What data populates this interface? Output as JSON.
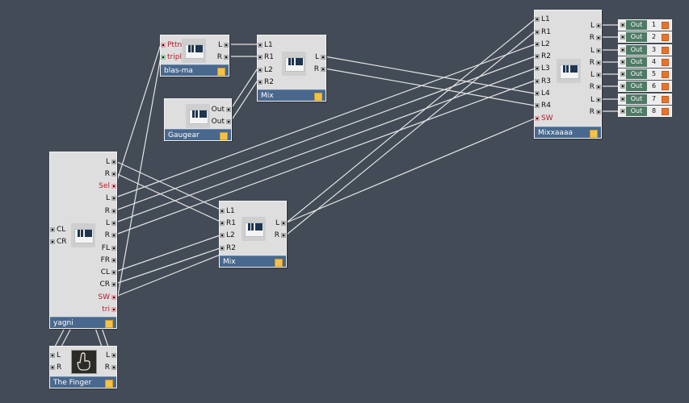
{
  "canvas": {
    "background": "#434b56",
    "wire_color": "#e6e6e6"
  },
  "devices": {
    "blasma": {
      "title": "blas-ma",
      "inputs": [
        "Pttn",
        "tripl"
      ],
      "outputs": [
        "L",
        "R"
      ]
    },
    "mix_top": {
      "title": "Mix",
      "inputs": [
        "L1",
        "R1",
        "L2",
        "R2"
      ],
      "outputs": [
        "L",
        "R"
      ]
    },
    "gaugear": {
      "title": "Gaugear",
      "outputs": [
        "Out",
        "Out"
      ]
    },
    "mixxaaaa": {
      "title": "Mixxaaaa",
      "inputs": [
        "L1",
        "R1",
        "L2",
        "R2",
        "L3",
        "R3",
        "L4",
        "R4",
        "SW"
      ],
      "outputs": [
        "L",
        "R",
        "L",
        "R",
        "L",
        "R",
        "L",
        "R"
      ]
    },
    "outputs": {
      "label": "Out",
      "channels": [
        "1",
        "2",
        "3",
        "4",
        "5",
        "6",
        "7",
        "8"
      ]
    },
    "yagni": {
      "title": "yagni",
      "inputs": [
        "CL",
        "CR"
      ],
      "outputs": [
        "L",
        "R",
        "Sel",
        "L",
        "R",
        "L",
        "R",
        "FL",
        "FR",
        "CL",
        "CR",
        "SW",
        "tri"
      ]
    },
    "mix_mid": {
      "title": "Mix",
      "inputs": [
        "L1",
        "R1",
        "L2",
        "R2"
      ],
      "outputs": [
        "L",
        "R"
      ]
    },
    "finger": {
      "title": "The Finger",
      "inputs": [
        "L",
        "R"
      ],
      "outputs": [
        "L",
        "R"
      ]
    }
  },
  "icons": {
    "instrument": "piano-keys-icon",
    "finger": "pointing-hand-icon"
  }
}
